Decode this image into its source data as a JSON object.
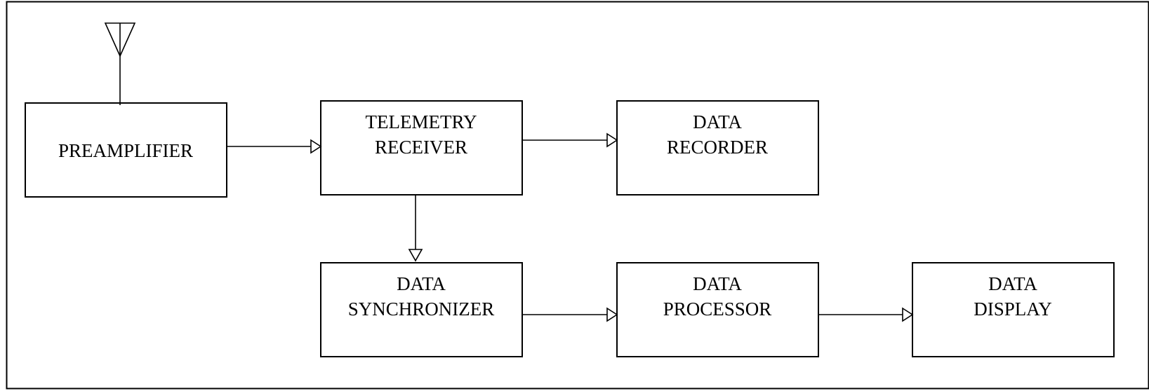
{
  "diagram": {
    "blocks": {
      "preamplifier": [
        "PREAMPLIFIER"
      ],
      "telemetry_receiver": [
        "TELEMETRY",
        "RECEIVER"
      ],
      "data_recorder": [
        "DATA",
        "RECORDER"
      ],
      "data_synchronizer": [
        "DATA",
        "SYNCHRONIZER"
      ],
      "data_processor": [
        "DATA",
        "PROCESSOR"
      ],
      "data_display": [
        "DATA",
        "DISPLAY"
      ]
    },
    "connections": [
      {
        "from": "antenna",
        "to": "preamplifier"
      },
      {
        "from": "preamplifier",
        "to": "telemetry_receiver"
      },
      {
        "from": "telemetry_receiver",
        "to": "data_recorder"
      },
      {
        "from": "telemetry_receiver",
        "to": "data_synchronizer"
      },
      {
        "from": "data_synchronizer",
        "to": "data_processor"
      },
      {
        "from": "data_processor",
        "to": "data_display"
      }
    ]
  }
}
